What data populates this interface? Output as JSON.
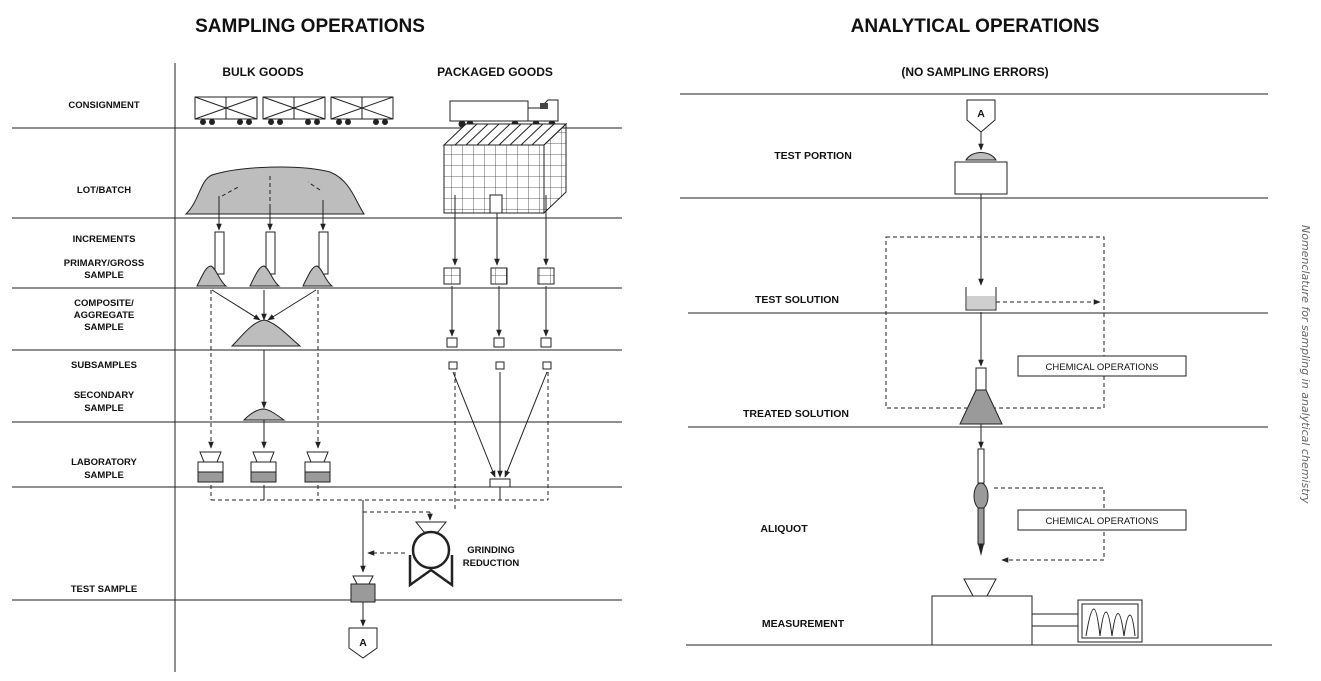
{
  "left": {
    "title": "SAMPLING OPERATIONS",
    "col_bulk": "BULK GOODS",
    "col_packaged": "PACKAGED GOODS",
    "rows": {
      "consignment": "CONSIGNMENT",
      "lot": "LOT/BATCH",
      "increments": "INCREMENTS",
      "primary_1": "PRIMARY/GROSS",
      "primary_2": "SAMPLE",
      "composite_1": "COMPOSITE/",
      "composite_2": "AGGREGATE",
      "composite_3": "SAMPLE",
      "subsamples": "SUBSAMPLES",
      "secondary_1": "SECONDARY",
      "secondary_2": "SAMPLE",
      "laboratory_1": "LABORATORY",
      "laboratory_2": "SAMPLE",
      "test_sample": "TEST SAMPLE"
    },
    "grinding_1": "GRINDING",
    "grinding_2": "REDUCTION",
    "connector": "A"
  },
  "right": {
    "title": "ANALYTICAL OPERATIONS",
    "subtitle": "(NO SAMPLING ERRORS)",
    "connector": "A",
    "rows": {
      "test_portion": "TEST PORTION",
      "test_solution": "TEST SOLUTION",
      "treated_solution": "TREATED SOLUTION",
      "aliquot": "ALIQUOT",
      "measurement": "MEASUREMENT"
    },
    "chem_ops_1": "CHEMICAL OPERATIONS",
    "chem_ops_2": "CHEMICAL OPERATIONS"
  },
  "side_caption": "Nomenclature for sampling in analytical chemistry"
}
